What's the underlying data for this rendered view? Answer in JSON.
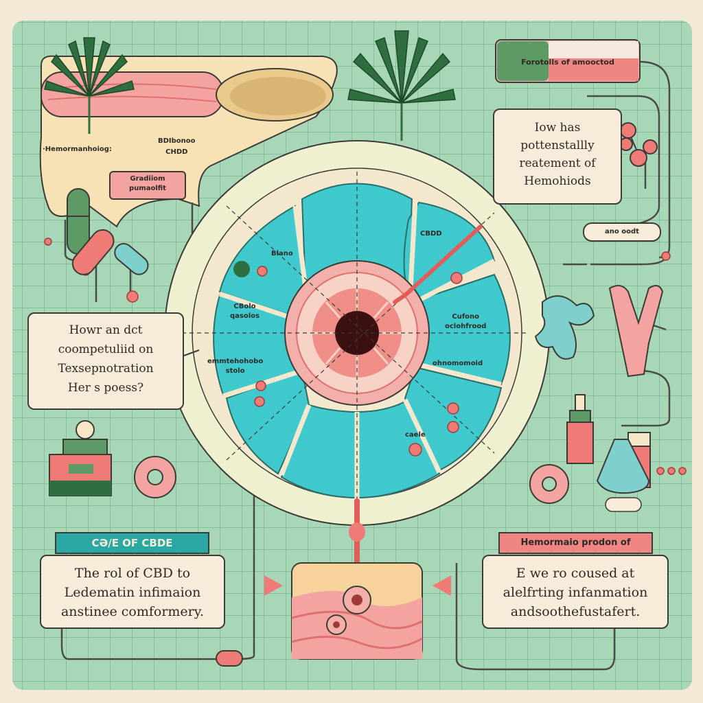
{
  "callouts": {
    "question_left": [
      "Howr an dct",
      "coompetuliid on",
      "Texsepnotration",
      "Her s poess?"
    ],
    "question_top_right": [
      "Iow has",
      "pottenstallly",
      "reatement of",
      "Hemohiods"
    ],
    "bottom_left_title": "CƏ/E OF CBDE",
    "bottom_left_body": [
      "The rol of CBD to",
      "Ledematin infimaion",
      "anstinee comformery."
    ],
    "bottom_right_title": "Hemormaio prodon of",
    "bottom_right_body": [
      "E we ro coused at",
      "alelfrting infanmation",
      "andsoothefustafert."
    ]
  },
  "labels": {
    "top_left_line1": "·Hemormanhoiog:",
    "top_left_line2": "BDIbonoo\nCHDD",
    "top_left_pill": "Gradiiom\npumaolfit",
    "top_right_bar": "Forotolls of amooctod",
    "right_small_tag": "ano oodt",
    "ring_blanc": "Blano",
    "ring_cbd": "CBDD",
    "ring_cbdo": "CBolo\nqasolos",
    "ring_cufone": "Cufono\noclohfrood",
    "ring_ommhe": "emmtehohobo\nstolo",
    "ring_ohmo": "ohnomomoid",
    "ring_caele": "caele"
  },
  "colors": {
    "background_grid": "#a8d7b7",
    "paper": "#f3e9d6",
    "teal": "#3fc9cc",
    "pink": "#ef7b77",
    "leaf_green": "#2f6e3e",
    "teal_banner": "#2ba8a3",
    "pink_banner": "#ef8683"
  },
  "icons": [
    "cannabis-leaf-icon",
    "cannabis-leaf-icon-top",
    "capsule-icon",
    "pill-icon",
    "jar-icon",
    "donut-icon",
    "dropper-bottle-icon",
    "cream-jar-icon",
    "flask-icon",
    "molecule-icon",
    "tissue-icon"
  ]
}
